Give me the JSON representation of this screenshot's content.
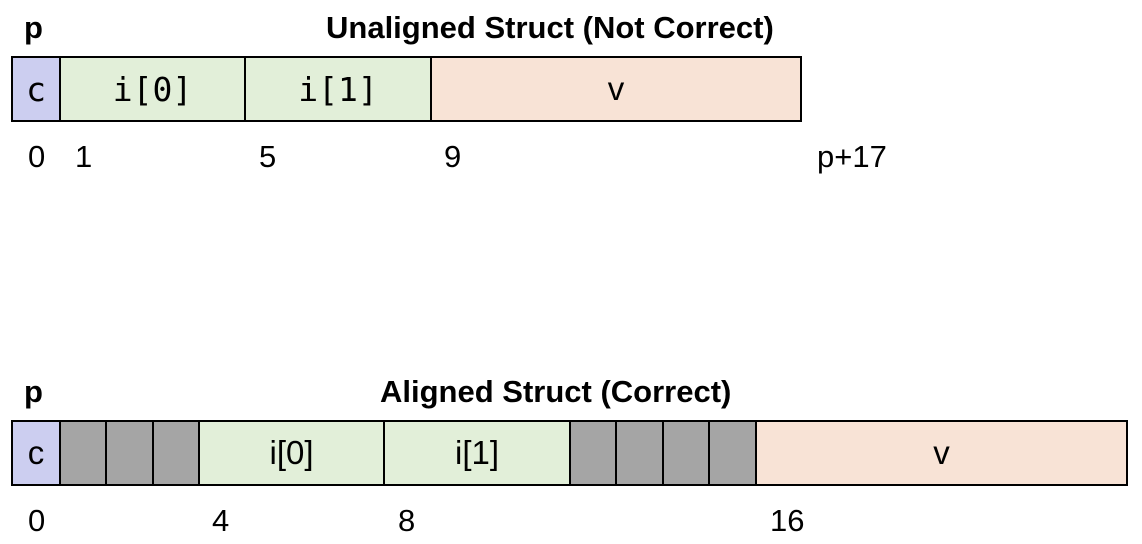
{
  "unaligned": {
    "title": "Unaligned Struct (Not Correct)",
    "pointer": "p",
    "fields": [
      {
        "label": "c",
        "kind": "char"
      },
      {
        "label": "i[0]",
        "kind": "int"
      },
      {
        "label": "i[1]",
        "kind": "int"
      },
      {
        "label": "v",
        "kind": "double"
      }
    ],
    "offsets": [
      "0",
      "1",
      "5",
      "9",
      "p+17"
    ]
  },
  "aligned": {
    "title": "Aligned Struct (Correct)",
    "pointer": "p",
    "fields": [
      {
        "label": "c",
        "kind": "char"
      },
      {
        "label": "",
        "kind": "pad"
      },
      {
        "label": "",
        "kind": "pad"
      },
      {
        "label": "",
        "kind": "pad"
      },
      {
        "label": "i[0]",
        "kind": "int"
      },
      {
        "label": "i[1]",
        "kind": "int"
      },
      {
        "label": "",
        "kind": "pad"
      },
      {
        "label": "",
        "kind": "pad"
      },
      {
        "label": "",
        "kind": "pad"
      },
      {
        "label": "",
        "kind": "pad"
      },
      {
        "label": "v",
        "kind": "double"
      }
    ],
    "offsets": [
      "0",
      "4",
      "8",
      "16"
    ]
  },
  "colors": {
    "char": "#cccef0",
    "int": "#e2efd9",
    "double": "#f8e3d6",
    "pad": "#a5a5a5"
  }
}
